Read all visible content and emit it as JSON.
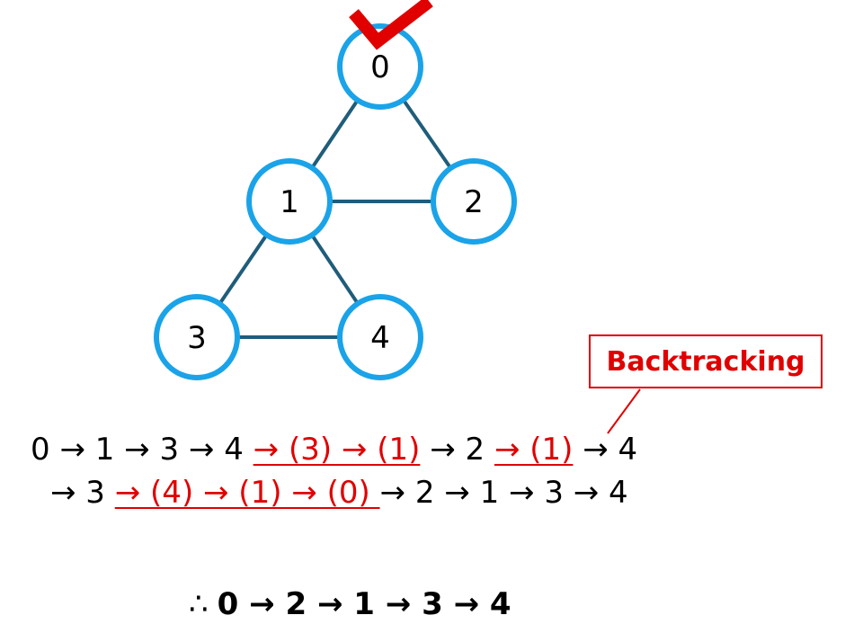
{
  "graph": {
    "nodes": [
      {
        "id": "0",
        "label": "0",
        "visited": true
      },
      {
        "id": "1",
        "label": "1"
      },
      {
        "id": "2",
        "label": "2"
      },
      {
        "id": "3",
        "label": "3"
      },
      {
        "id": "4",
        "label": "4"
      }
    ],
    "edges": [
      [
        "0",
        "1"
      ],
      [
        "0",
        "2"
      ],
      [
        "1",
        "2"
      ],
      [
        "1",
        "3"
      ],
      [
        "1",
        "4"
      ],
      [
        "3",
        "4"
      ]
    ]
  },
  "colors": {
    "node_stroke": "#1aa3e8",
    "edge": "#1f5d7a",
    "highlight": "#e00000",
    "check": "#e00000"
  },
  "callout": {
    "label": "Backtracking"
  },
  "sequence": {
    "line1": {
      "a": "0 → 1 → 3 → 4 ",
      "b": "→ (3) → (1)",
      "c": " → 2 ",
      "d": "→ (1)",
      "e": " → 4"
    },
    "line2": {
      "a": "→ 3 ",
      "b": "→ (4) → (1) → (0) ",
      "c": "→ 2 → 1 → 3 → 4"
    }
  },
  "result": {
    "therefore": "∴",
    "path": "0 → 2 → 1 → 3 → 4"
  }
}
